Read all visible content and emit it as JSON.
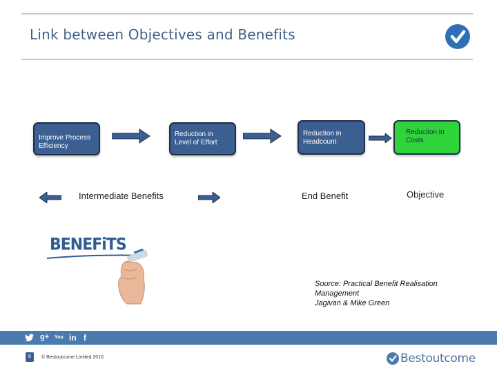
{
  "slide": {
    "title": "Link between Objectives and Benefits",
    "title_icon": "check-circle-icon"
  },
  "diagram": {
    "boxes": [
      {
        "label": "Improve Process Efficiency",
        "color": "#3b5f91"
      },
      {
        "label": "Reduction in Level of Effort",
        "color": "#3b5f91"
      },
      {
        "label": "Reduction in Headcount",
        "color": "#3b5f91"
      },
      {
        "label": "Reduction in Costs",
        "color": "#2fd43a"
      }
    ],
    "legend": {
      "intermediate": "Intermediate Benefits",
      "end": "End Benefit",
      "objective": "Objective"
    }
  },
  "illustration": {
    "text": "BENEFiTS"
  },
  "source": {
    "line1": "Source: Practical Benefit Realisation",
    "line2": "Management",
    "line3": "Jagivan & Mike Green"
  },
  "footer": {
    "social_icons": [
      "twitter-icon",
      "google-plus-icon",
      "youtube-icon",
      "linkedin-icon",
      "facebook-icon"
    ],
    "social_glyphs": {
      "g": "g+",
      "yt": "You",
      "in": "in",
      "f": "f"
    },
    "page_number": "8",
    "copyright": "© Bestoutcome Limited 2016",
    "brand": "Bestoutcome"
  }
}
